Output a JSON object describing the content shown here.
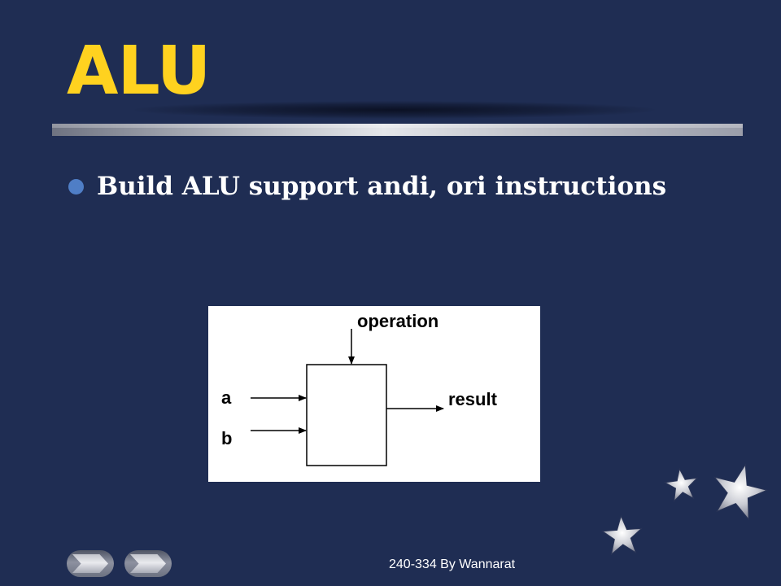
{
  "slide": {
    "title": "ALU",
    "bullets": [
      {
        "text": "Build ALU support andi, ori instructions"
      }
    ],
    "footer": "240-334 By Wannarat"
  },
  "diagram": {
    "labels": {
      "operation": "operation",
      "input_a": "a",
      "input_b": "b",
      "output": "result"
    }
  },
  "navigation": {
    "prev_icon": "previous-arrow-icon",
    "next_icon": "next-arrow-icon"
  },
  "decorations": {
    "stars_icon": "star-icon"
  },
  "colors": {
    "background": "#1f2d53",
    "title": "#ffd21f",
    "bullet_dot": "#4f7ec6",
    "bullet_text": "#ffffff",
    "footer_text": "#ffffff"
  }
}
